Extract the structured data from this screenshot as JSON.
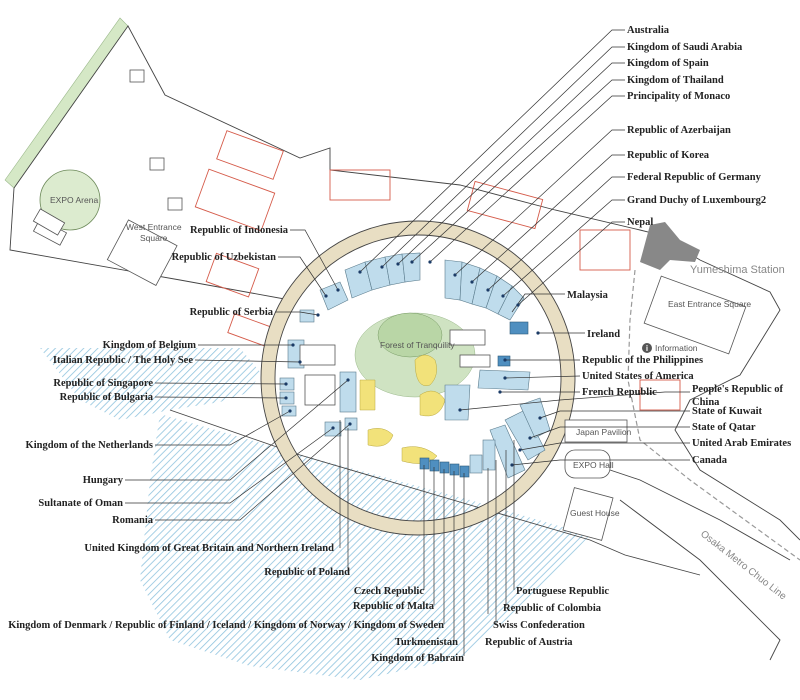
{
  "map": {
    "site_labels": {
      "expo_arena": "EXPO Arena",
      "west_entrance": [
        "West Entrance",
        "Square"
      ],
      "east_entrance": "East Entrance Square",
      "forest": "Forest of Tranquility",
      "information": "Information",
      "information_marker": "i",
      "japan_pavilion": "Japan Pavilion",
      "expo_hall": "EXPO Hall",
      "guest_house": "Guest House",
      "station": "Yumeshima Station",
      "metro_line": "Osaka Metro Chuo Line"
    },
    "labels": [
      "Australia",
      "Kingdom of Saudi Arabia",
      "Kingdom of Spain",
      "Kingdom of Thailand",
      "Principality of Monaco",
      "Republic of Azerbaijan",
      "Republic of Korea",
      "Federal Republic of Germany",
      "Grand Duchy of Luxembourg2",
      "Nepal",
      "Malaysia",
      "Ireland",
      "Republic of the Philippines",
      "United States of America",
      "French Republic",
      "People's Republic of",
      "China",
      "State of Kuwait",
      "State of Qatar",
      "United Arab Emirates",
      "Canada",
      "Republic of Indonesia",
      "Republic of Uzbekistan",
      "Republic of Serbia",
      "Kingdom of Belgium",
      "Italian Republic / The Holy See",
      "Republic of Singapore",
      "Republic of Bulgaria",
      "Kingdom of the Netherlands",
      "Hungary",
      "Sultanate of Oman",
      "Romania",
      "United Kingdom of  Great Britain and Northern Ireland",
      "Republic of Poland",
      "Czech Republic",
      "Republic of Malta",
      "Kingdom of Denmark / Republic of Finland / Iceland / Kingdom of Norway / Kingdom of Sweden",
      "Turkmenistan",
      "Kingdom of Bahrain",
      "Portuguese Republic",
      "Republic of Colombia",
      "Swiss Confederation",
      "Republic of Austria"
    ]
  }
}
